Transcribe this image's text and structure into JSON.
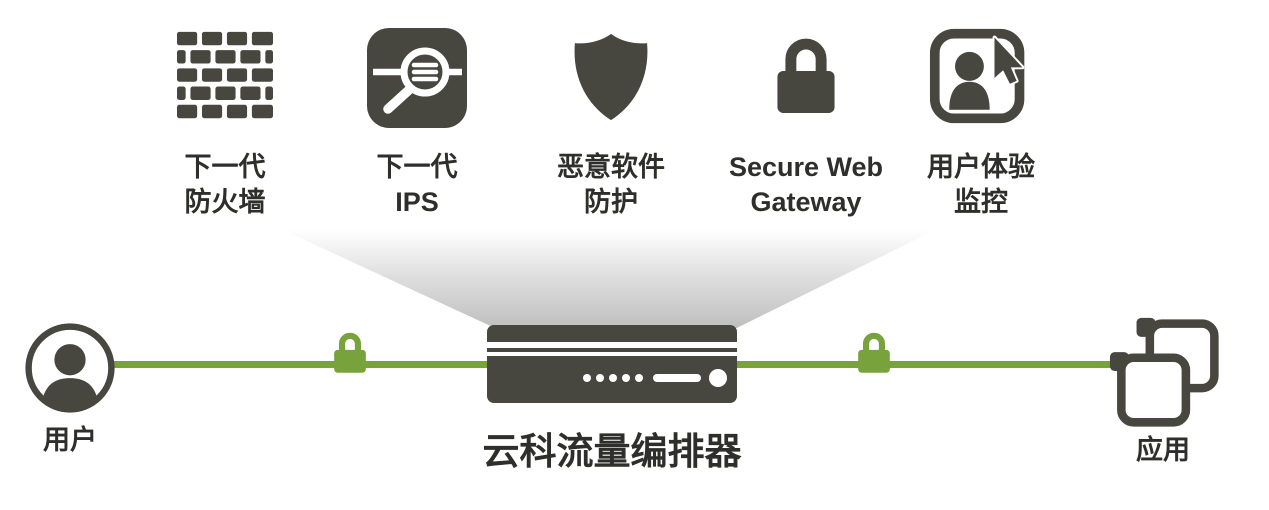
{
  "services": [
    {
      "icon": "firewall-icon",
      "line1": "下一代",
      "line2": "防火墙"
    },
    {
      "icon": "ips-magnifier-icon",
      "line1": "下一代",
      "line2": "IPS"
    },
    {
      "icon": "shield-icon",
      "line1": "恶意软件",
      "line2": "防护"
    },
    {
      "icon": "lock-icon",
      "line1": "Secure Web",
      "line2": "Gateway"
    },
    {
      "icon": "user-experience-icon",
      "line1": "用户体验",
      "line2": "监控"
    }
  ],
  "flow": {
    "user_label": "用户",
    "orchestrator_label": "云科流量编排器",
    "app_label": "应用"
  },
  "colors": {
    "icon_dark": "#47473f",
    "line_green": "#78a33c",
    "funnel_gray": "#bfbfbf",
    "text": "#2e2e2b"
  }
}
